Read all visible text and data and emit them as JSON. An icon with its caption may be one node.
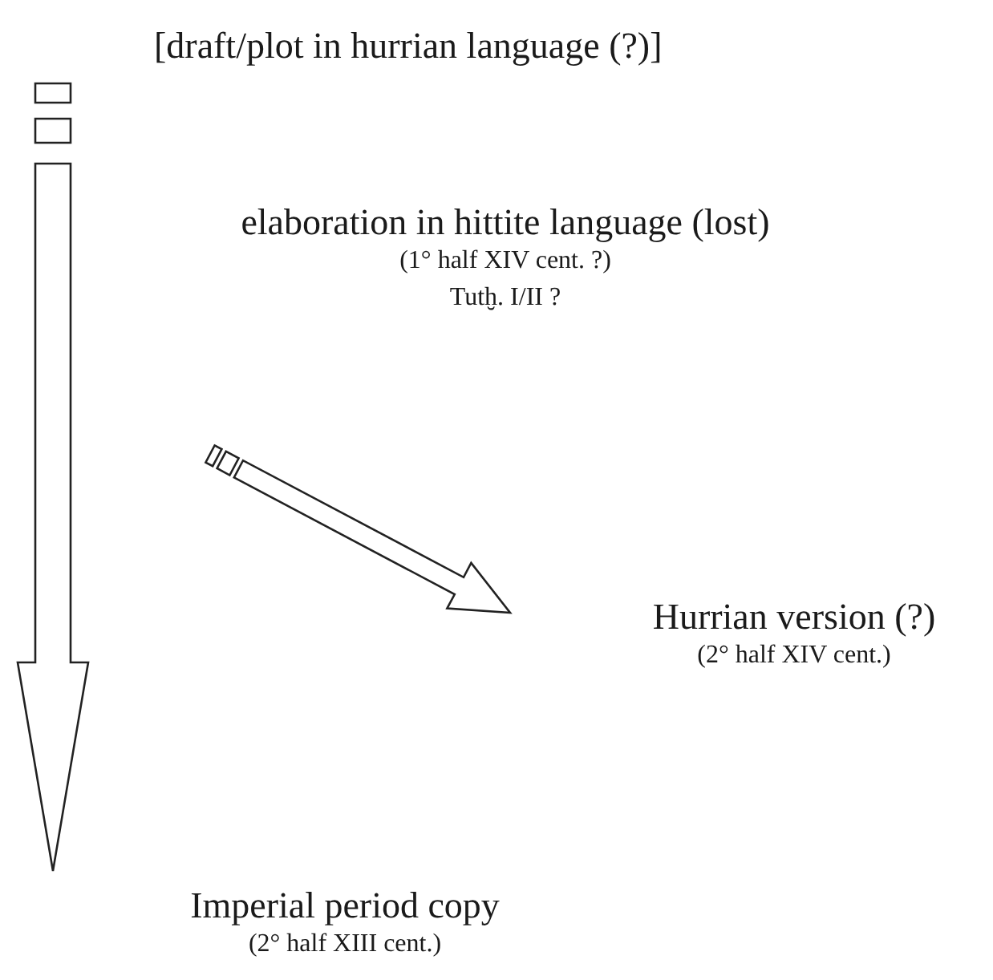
{
  "diagram": {
    "nodes": [
      {
        "text": [
          "[draft/plot in hurrian language (?)]"
        ]
      },
      {
        "text": [
          "elaboration in hittite language (lost)",
          "(1° half XIV cent. ?)",
          "Tutḫ. I/II ?"
        ]
      },
      {
        "text": [
          "Hurrian version (?)",
          "(2° half XIV cent.)"
        ]
      },
      {
        "text": [
          "Imperial period copy",
          "(2° half XIII cent.)"
        ]
      }
    ],
    "edges": [
      {
        "from": 0,
        "to": 3,
        "arrow": "to"
      },
      {
        "from": 1,
        "to": 2,
        "arrow": "to"
      }
    ]
  }
}
